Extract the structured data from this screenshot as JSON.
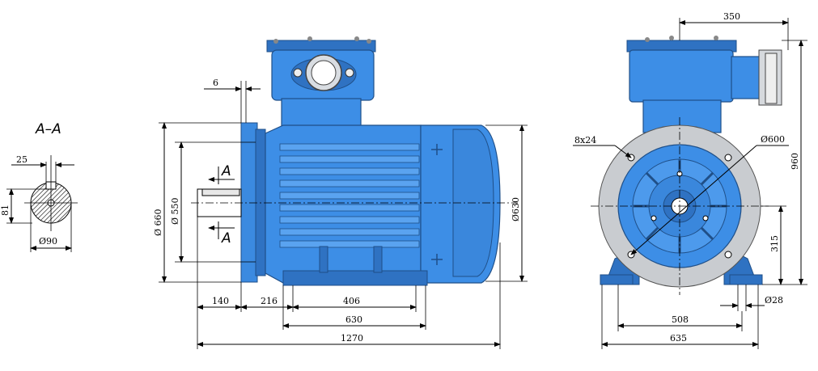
{
  "section": {
    "title": "A–A",
    "key_width": "25",
    "key_height": "81",
    "shaft_diameter": "Ø90"
  },
  "side_view": {
    "flange_thickness": "6",
    "section_mark_top": "A",
    "section_mark_bottom": "A",
    "dia_660": "Ø 660",
    "dia_550": "Ø 550",
    "dia_630": "Ø630",
    "dim_140": "140",
    "dim_216": "216",
    "dim_406": "406",
    "dim_630": "630",
    "dim_1270": "1270"
  },
  "end_view": {
    "dim_350": "350",
    "holes": "8x24",
    "dia_600": "Ø600",
    "dim_960": "960",
    "dim_315": "315",
    "foot_hole": "Ø28",
    "dim_508": "508",
    "dim_635": "635"
  },
  "colors": {
    "motor_blue": "#3d8ee6",
    "dark_blue": "#2f72c2",
    "flange_grey": "#c9ccd0"
  }
}
